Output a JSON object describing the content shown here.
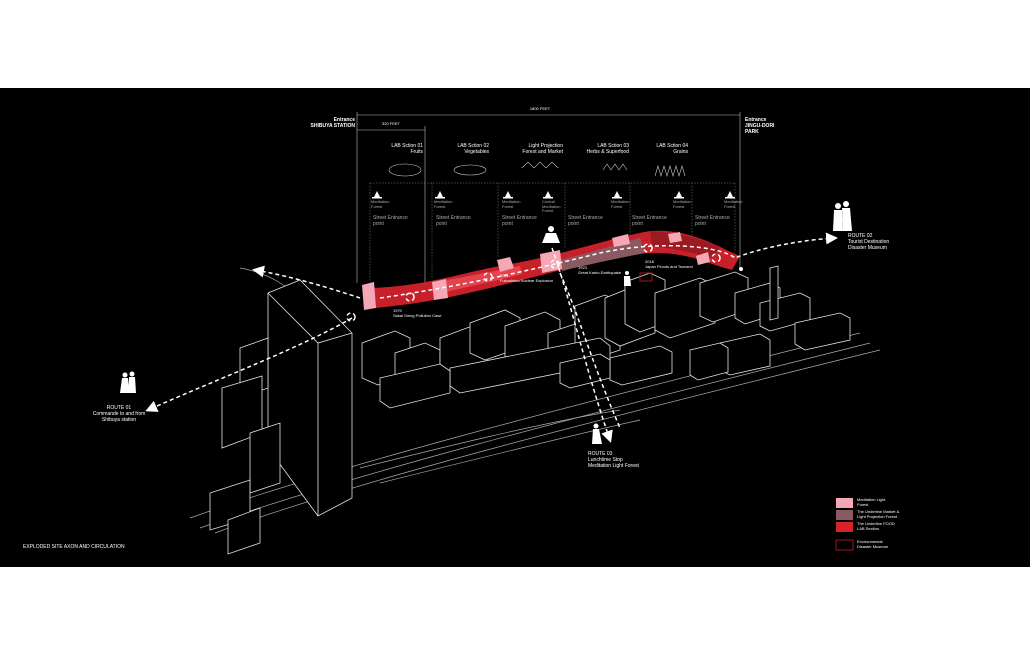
{
  "title": "EXPLODED SITE AXON AND CIRCULATION",
  "dimensions": {
    "total": "1800 FEET",
    "segment": "320 FEET"
  },
  "entrances": [
    {
      "line1": "Entrance",
      "line2": "SHIBUYA STATION"
    },
    {
      "line1": "Entrance",
      "line2": "JINGU-DORI",
      "line3": "PARK"
    }
  ],
  "sections": [
    {
      "line1": "LAB Sction 01",
      "line2": "Fruits"
    },
    {
      "line1": "LAB Sction 02",
      "line2": "Vegetables"
    },
    {
      "line1": "Light Projection",
      "line2": "Forest  and Market"
    },
    {
      "line1": "LAB Sction 03",
      "line2": "Herbs & Superfood"
    },
    {
      "line1": "LAB Sction 04",
      "line2": "Grains"
    }
  ],
  "meditation_labels": [
    "Meditation Forest",
    "Meditation Forest",
    "Meditation Forest",
    "Central Meditation Forest",
    "Meditation Forest",
    "Meditation Forest",
    "Meditation Forest"
  ],
  "street_entrance": "Street Entrance point",
  "disasters": [
    {
      "year": "1923",
      "name": "Great Kanto Earthquake"
    },
    {
      "year": "2011",
      "name": "Fukushima Nuclear Explosion"
    },
    {
      "year": "1970",
      "name": "Sakai Smog Pollution Case"
    },
    {
      "year": "2018",
      "name": "Japan Floods and Tsunami"
    }
  ],
  "routes": [
    {
      "line1": "ROUTE 01",
      "line2": "Commande to and from",
      "line3": "Shibuya station"
    },
    {
      "line1": "ROUTE 02",
      "line2": "Tourist Destination",
      "line3": "Disaster Museum"
    },
    {
      "line1": "ROUTE 03",
      "line2": "Lunchtime Stop",
      "line3": "Meditation Light Forest"
    }
  ],
  "legend": [
    {
      "label": "Meditation Light Forest",
      "color": "#f4a7b5"
    },
    {
      "label": "The Underline Market & Light Projection Forest",
      "color": "#8a5a60"
    },
    {
      "label": "The Underline FOOD LAB Section",
      "color": "#d6232a"
    },
    {
      "label": "Environmental Disaster Museum",
      "color": "#000000",
      "border": "#c0202a"
    }
  ]
}
